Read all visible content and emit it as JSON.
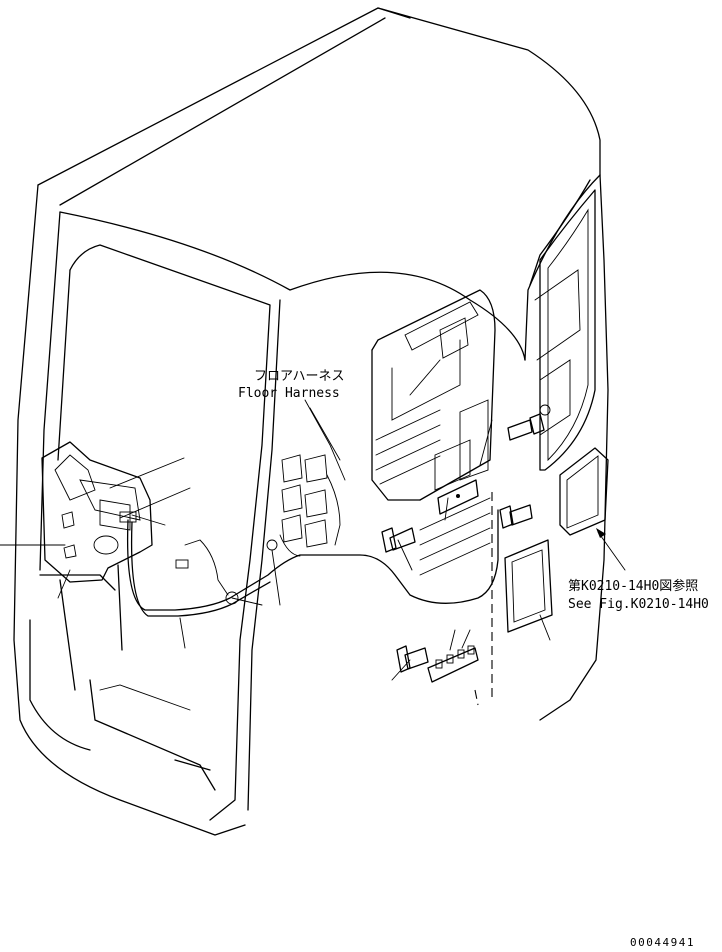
{
  "labels": {
    "floor_harness_jp": "フロアハーネス",
    "floor_harness_en": "Floor Harness",
    "see_fig_jp": "第K0210-14H0図参照",
    "see_fig_en": "See Fig.K0210-14H0"
  },
  "drawing_code": "00044941"
}
